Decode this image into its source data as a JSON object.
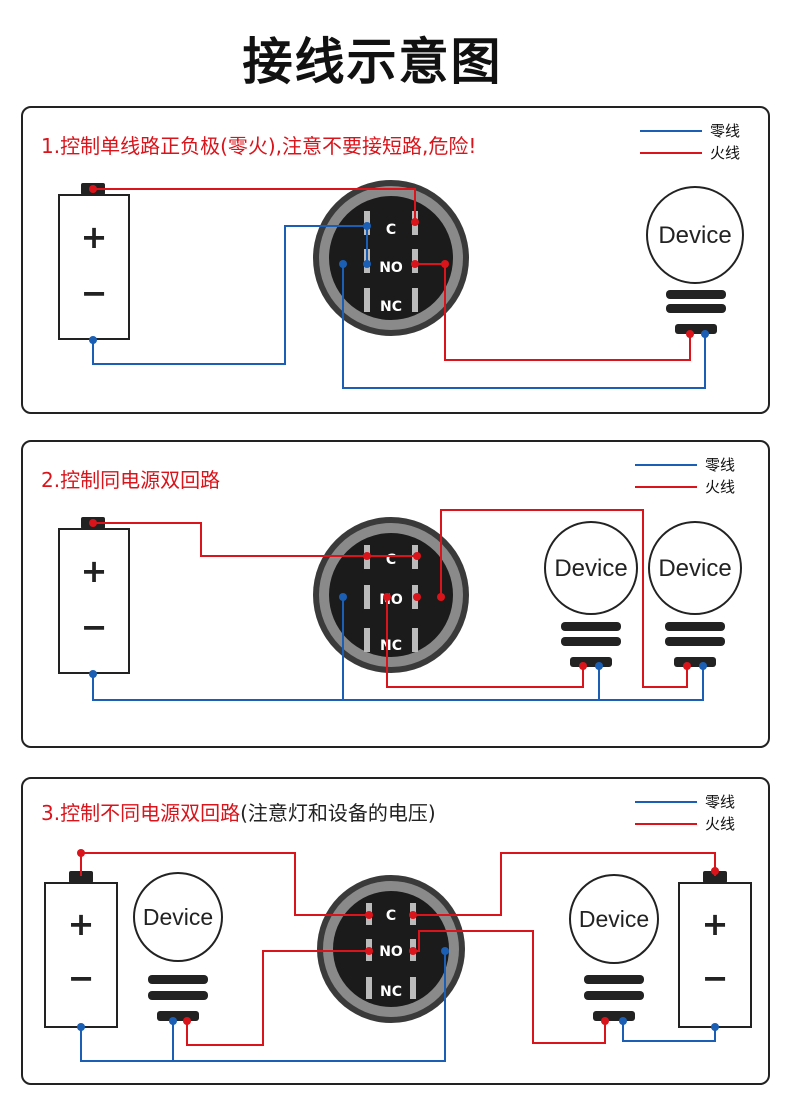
{
  "page": {
    "title": "接线示意图"
  },
  "legend": {
    "neutral": "零线",
    "live": "火线"
  },
  "colors": {
    "neutral": "#1a5fb4",
    "live": "#d9141b",
    "frame": "#222222"
  },
  "labels": {
    "c": "C",
    "no": "NO",
    "nc": "NC",
    "plus": "+",
    "minus": "−",
    "device": "Device"
  },
  "panels": [
    {
      "title": "1.控制单线路正负极(零火),注意不要接短路,危险!",
      "note": ""
    },
    {
      "title": "2.控制同电源双回路",
      "note": ""
    },
    {
      "title": "3.控制不同电源双回路",
      "note": "(注意灯和设备的电压)"
    }
  ]
}
